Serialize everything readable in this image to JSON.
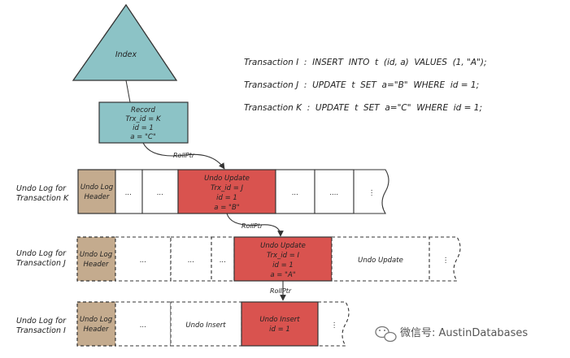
{
  "index": {
    "label": "Index"
  },
  "record": {
    "lines": [
      "Record",
      "Trx_id = K",
      "id = 1",
      "a = \"C\""
    ]
  },
  "transactions": [
    "Transaction I  :  INSERT  INTO  t  (id, a)  VALUES  (1, \"A\");",
    "Transaction J  :  UPDATE  t  SET  a=\"B\"  WHERE  id = 1;",
    "Transaction K  :  UPDATE  t  SET  a=\"C\"  WHERE  id = 1;"
  ],
  "rollptr_label": "RollPtr",
  "header_label": [
    "Undo Log",
    "Header"
  ],
  "logs": {
    "k": {
      "label": [
        "Undo Log for",
        "Transaction K"
      ],
      "cells": [
        "...",
        "...",
        "...",
        "....",
        "⋮"
      ],
      "entry": [
        "Undo Update",
        "Trx_id = J",
        "id = 1",
        "a = \"B\""
      ]
    },
    "j": {
      "label": [
        "Undo Log for",
        "Transaction J"
      ],
      "cells": [
        "...",
        "...",
        "...",
        "⋮"
      ],
      "entry": [
        "Undo Update",
        "Trx_id = I",
        "id = 1",
        "a = \"A\""
      ],
      "extra": "Undo Update"
    },
    "i": {
      "label": [
        "Undo Log for",
        "Transaction I"
      ],
      "cells": [
        "...",
        "⋮"
      ],
      "entry": [
        "Undo Insert",
        "id = 1"
      ],
      "extra": "Undo Insert"
    }
  },
  "watermark": "微信号: AustinDatabases",
  "colors": {
    "index_fill": "#8cc3c6",
    "record_fill": "#8cc3c6",
    "header_fill": "#c4ab8e",
    "entry_fill": "#d9534f",
    "stroke": "#333333"
  }
}
